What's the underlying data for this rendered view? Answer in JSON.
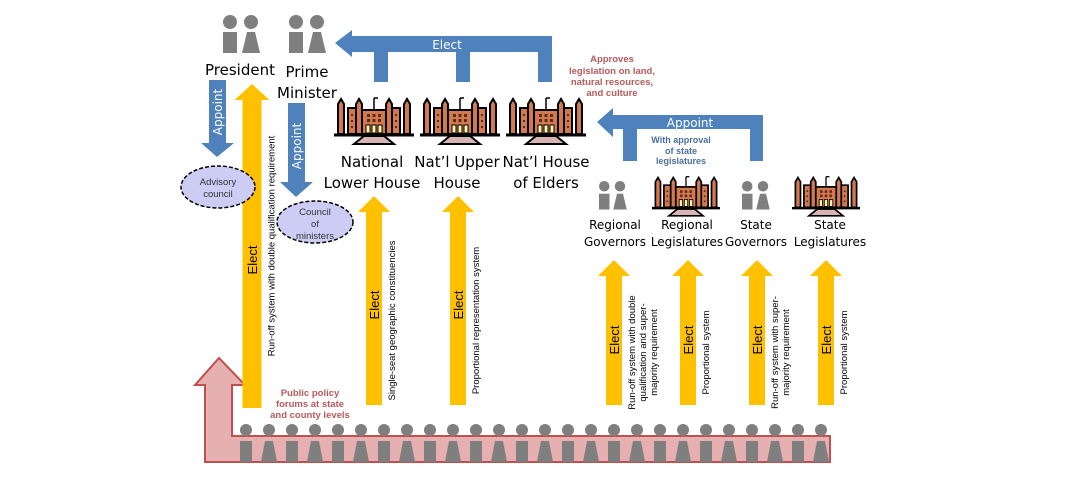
{
  "colors": {
    "blue_arrow": "#4f81bd",
    "yellow_arrow": "#ffc000",
    "pink_arrow": "#e6b0b0",
    "pink_outline": "#c0504d",
    "person": "#7f7f7f",
    "ellipse": "#ccccf5",
    "building": "#d2794f",
    "red_note": "#b85a5a",
    "blue_note": "#4a6fa0"
  },
  "actors": {
    "president": "President",
    "prime_minister": [
      "Prime",
      "Minister"
    ],
    "lower_house": [
      "National",
      "Lower House"
    ],
    "upper_house": [
      "Nat’l Upper",
      "House"
    ],
    "elders": [
      "Nat’l House",
      "of Elders"
    ],
    "regional_governors": [
      "Regional",
      "Governors"
    ],
    "regional_legislatures": [
      "Regional",
      "Legislatures"
    ],
    "state_governors": [
      "State",
      "Governors"
    ],
    "state_legislatures": [
      "State",
      "Legislatures"
    ]
  },
  "bodies": {
    "advisory_council": [
      "Advisory",
      "council"
    ],
    "council_of_ministers": [
      "Council",
      "of",
      "ministers"
    ]
  },
  "arrows": {
    "elect_pm": "Elect",
    "appoint_president": "Appoint",
    "appoint_pm": "Appoint",
    "appoint_elders": "Appoint",
    "elect": "Elect"
  },
  "notes": {
    "elders_approval": [
      "Approves",
      "legislation on land,",
      "natural resources,",
      "and culture"
    ],
    "state_approval": [
      "With approval",
      "of state",
      "legislatures"
    ],
    "public_forums": [
      "Public policy",
      "forums at state",
      "and county levels"
    ]
  },
  "electoral_systems": {
    "president": [
      "Run-off system with double qualification requirement"
    ],
    "lower_house": [
      "Single-seat geographic constituencies"
    ],
    "upper_house": [
      "Proportional representation system"
    ],
    "regional_governors": [
      "Run-off system with double",
      "qualification and super-",
      "majority requirement"
    ],
    "regional_legislatures": [
      "Proportional system"
    ],
    "state_governors": [
      "Run-off system with super-",
      "majority requirement"
    ],
    "state_legislatures": [
      "Proportional system"
    ]
  }
}
